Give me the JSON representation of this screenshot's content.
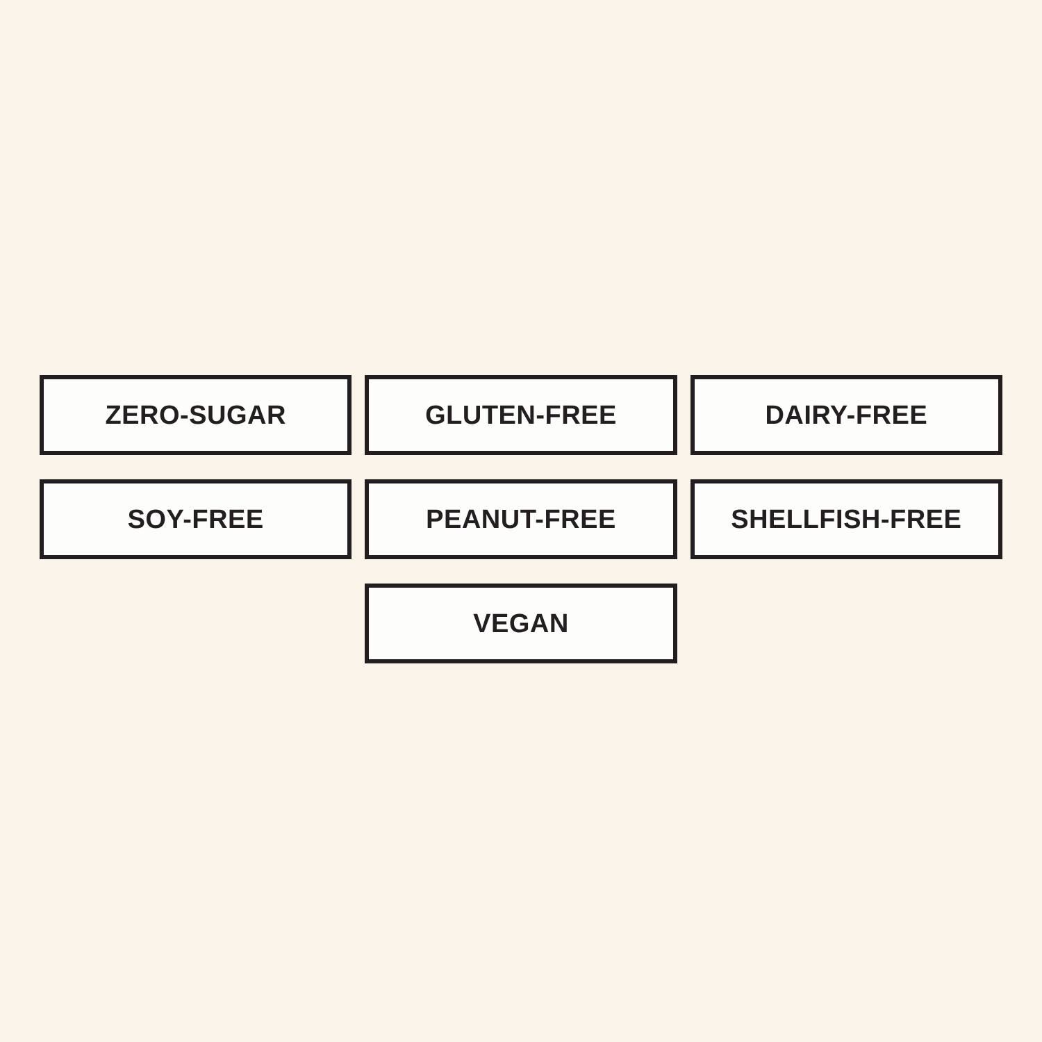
{
  "theme": {
    "background_color": "#FBF4EA",
    "badge_background": "#FDFDFC",
    "badge_border_color": "#221E1F",
    "badge_text_color": "#231F20"
  },
  "badges": {
    "rows": [
      {
        "items": [
          {
            "label": "ZERO-SUGAR"
          },
          {
            "label": "GLUTEN-FREE"
          },
          {
            "label": "DAIRY-FREE"
          }
        ]
      },
      {
        "items": [
          {
            "label": "SOY-FREE"
          },
          {
            "label": "PEANUT-FREE"
          },
          {
            "label": "SHELLFISH-FREE"
          }
        ]
      },
      {
        "items": [
          {
            "label": "VEGAN"
          }
        ]
      }
    ]
  }
}
